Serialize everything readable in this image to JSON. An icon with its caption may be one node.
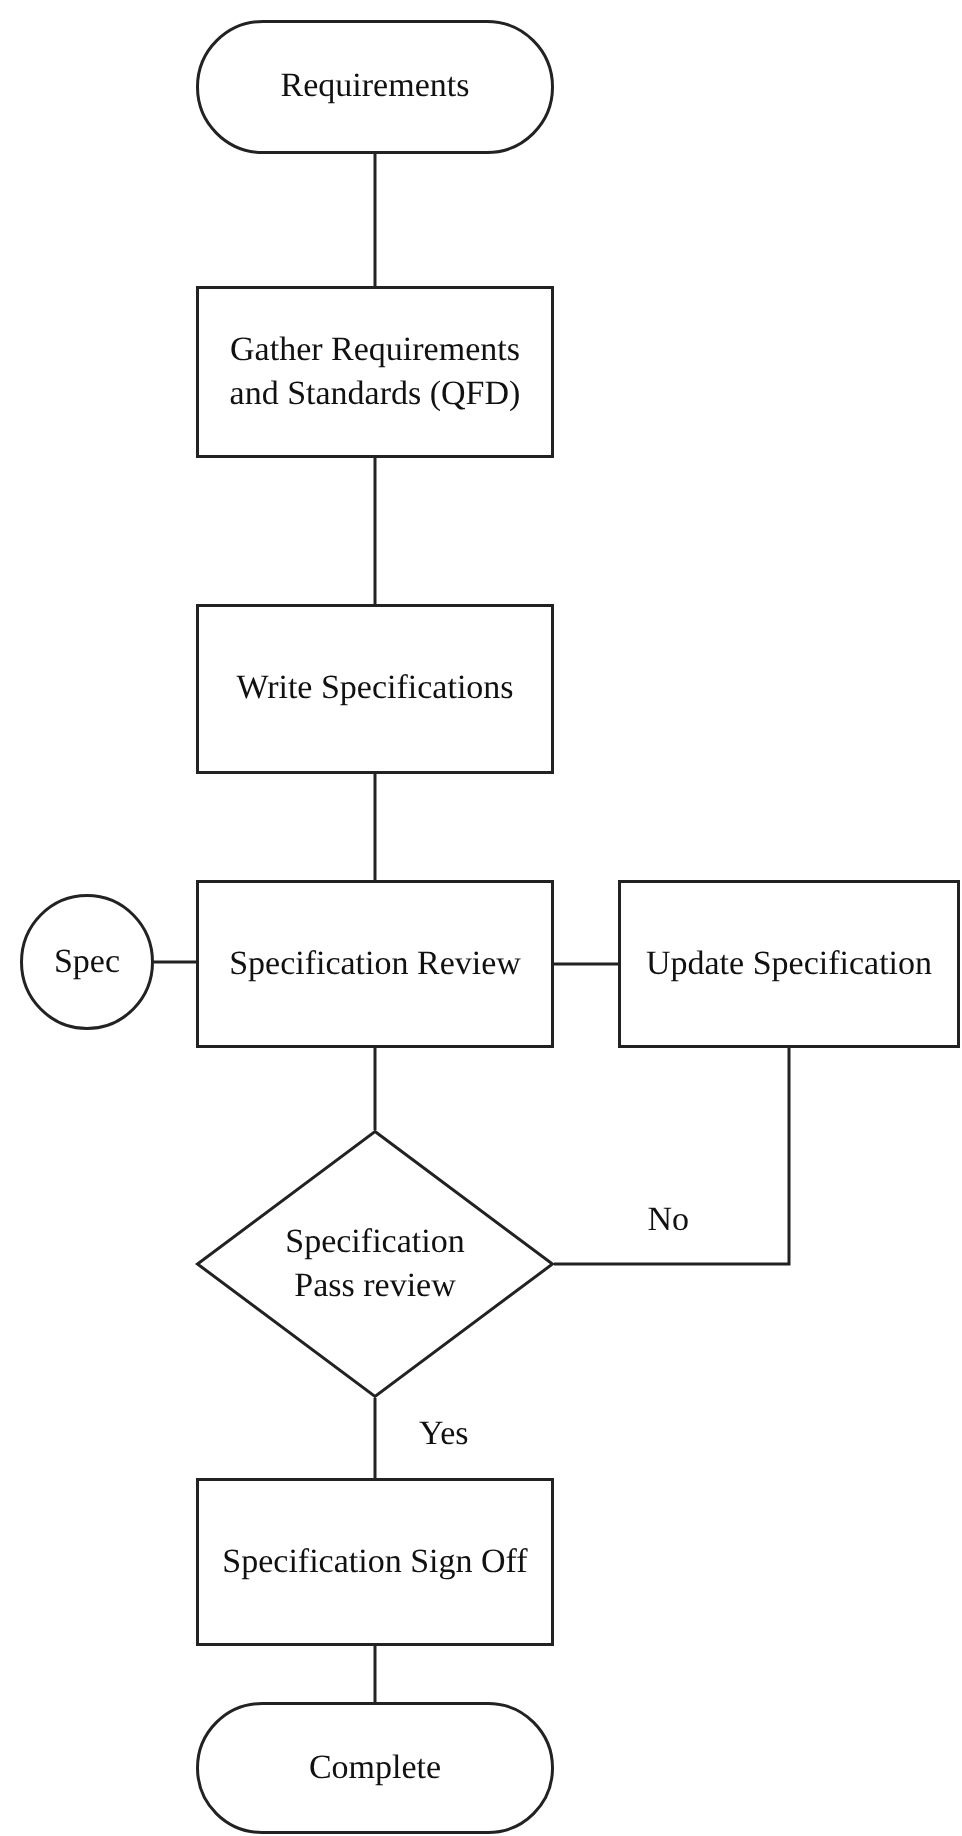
{
  "diagram": {
    "nodes": [
      {
        "text": [
          "Requirements"
        ]
      },
      {
        "text": [
          "Gather Requirements and Standards (QFD)"
        ]
      },
      {
        "text": [
          "Write Specifications"
        ]
      },
      {
        "text": [
          "Spec"
        ]
      },
      {
        "text": [
          "Specification Review"
        ]
      },
      {
        "text": [
          "Update Specification"
        ]
      },
      {
        "text": [
          "Specification Pass review"
        ]
      },
      {
        "text": [
          "Specification Sign Off"
        ]
      },
      {
        "text": [
          "Complete"
        ]
      }
    ],
    "edges": [
      {
        "from": 0,
        "to": 1,
        "arrow": "none"
      },
      {
        "from": 1,
        "to": 2,
        "arrow": "none"
      },
      {
        "from": 2,
        "to": 4,
        "arrow": "none"
      },
      {
        "from": 3,
        "to": 4,
        "arrow": "none"
      },
      {
        "from": 4,
        "to": 5,
        "arrow": "none"
      },
      {
        "from": 4,
        "to": 6,
        "arrow": "none"
      },
      {
        "from": 6,
        "to": 5,
        "arrow": "none",
        "label": "No"
      },
      {
        "from": 6,
        "to": 7,
        "arrow": "none",
        "label": "Yes"
      },
      {
        "from": 7,
        "to": 8,
        "arrow": "none"
      }
    ]
  }
}
